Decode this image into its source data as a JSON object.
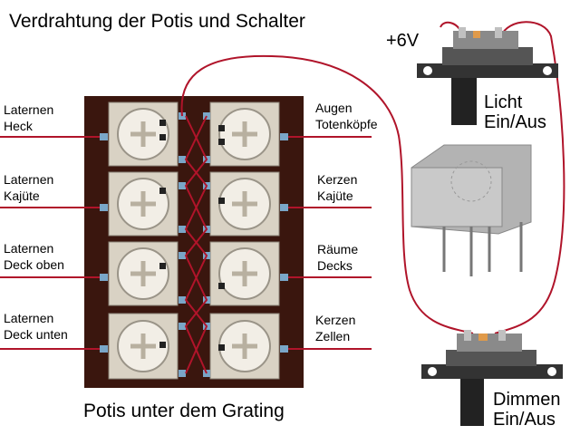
{
  "title": "Verdrahtung der Potis und Schalter",
  "caption": "Potis unter dem Grating",
  "supply_label": "+6V",
  "switch_top": {
    "line1": "Licht",
    "line2": "Ein/Aus"
  },
  "switch_bottom": {
    "line1": "Dimmen",
    "line2": "Ein/Aus"
  },
  "left_labels": [
    {
      "line1": "Laternen",
      "line2": "Heck"
    },
    {
      "line1": "Laternen",
      "line2": "Kajüte"
    },
    {
      "line1": "Laternen",
      "line2": "Deck oben"
    },
    {
      "line1": "Laternen",
      "line2": "Deck unten"
    }
  ],
  "right_labels": [
    {
      "line1": "Augen",
      "line2": "Totenköpfe"
    },
    {
      "line1": "Kerzen",
      "line2": "Kajüte"
    },
    {
      "line1": "Räume",
      "line2": "Decks"
    },
    {
      "line1": "Kerzen",
      "line2": "Zellen"
    }
  ],
  "colors": {
    "wire": "#b0142a",
    "board": "#3a160e",
    "pot_body": "#d9d2c4",
    "pin": "#7aa6c8",
    "switch_body": "#333333"
  }
}
